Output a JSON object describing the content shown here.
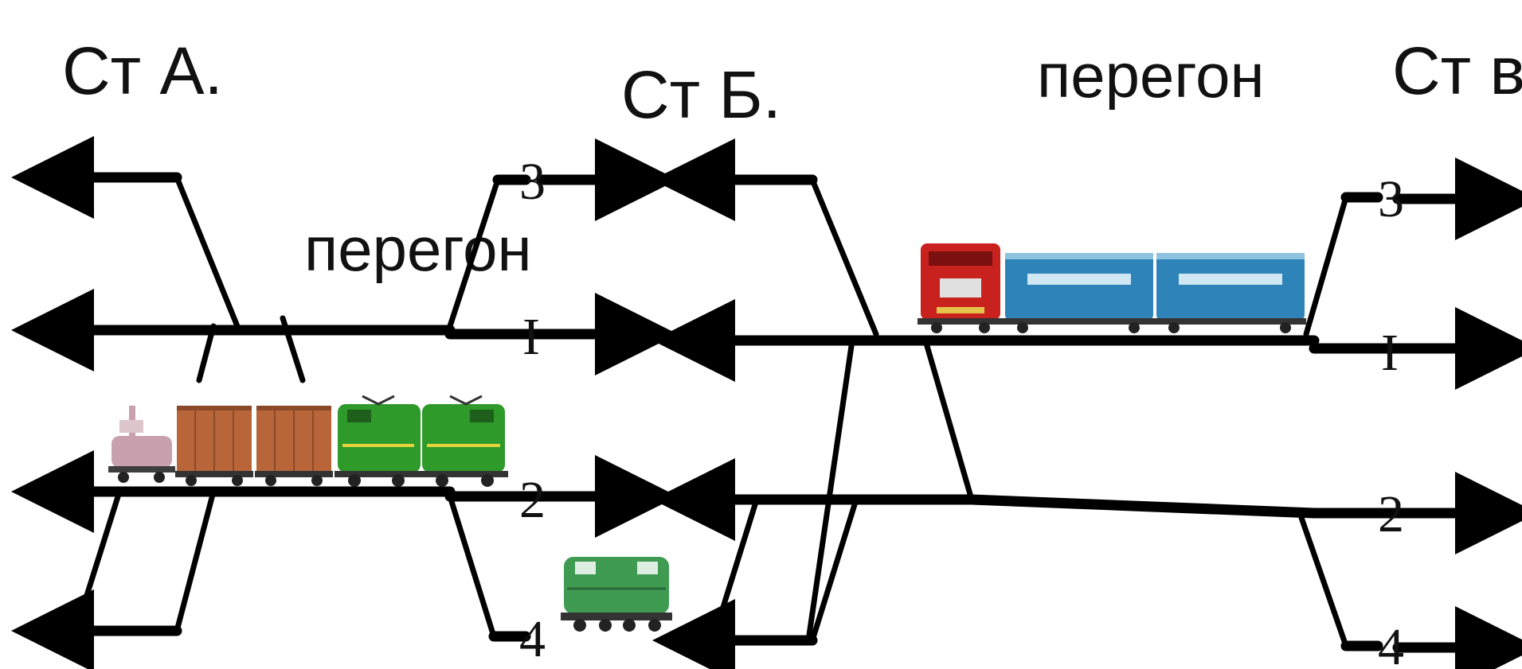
{
  "stations": [
    {
      "id": "a",
      "label": "Ст А."
    },
    {
      "id": "b",
      "label": "Ст Б."
    },
    {
      "id": "v",
      "label": "Ст в."
    }
  ],
  "hauls": [
    {
      "id": "ab",
      "label": "перегон"
    },
    {
      "id": "bv",
      "label": "перегон"
    }
  ],
  "tracks": {
    "t3": "3",
    "t1": "I",
    "t2": "2",
    "t4": "4"
  },
  "colors": {
    "track": "#000000",
    "freight_loco": "#2e9a2a",
    "boxcar": "#b8653a",
    "tank_car": "#c9a0ad",
    "shunting_loco": "#3f9a52",
    "passenger_loco": "#c8211e",
    "passenger_car": "#2e83b9"
  }
}
